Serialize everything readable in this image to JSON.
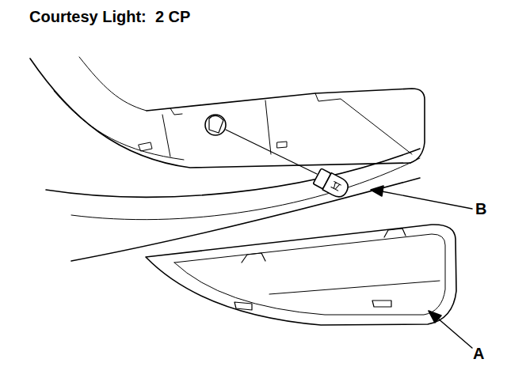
{
  "diagram": {
    "title": "Courtesy Light:  2 CP",
    "labels": [
      "B",
      "A"
    ]
  }
}
